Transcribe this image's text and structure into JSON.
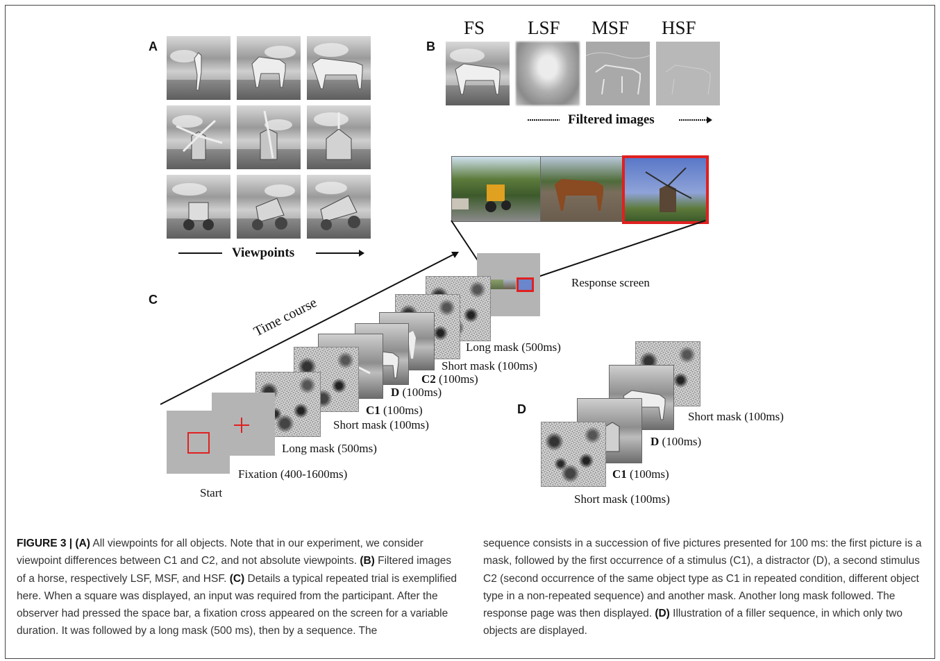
{
  "panel_a": {
    "letter": "A",
    "arrow_label": "Viewpoints"
  },
  "panel_b": {
    "letter": "B",
    "column_labels": [
      "FS",
      "LSF",
      "MSF",
      "HSF"
    ],
    "arrow_label": "Filtered images"
  },
  "panel_c": {
    "letter": "C",
    "time_label": "Time course",
    "start_label": "Start",
    "fixation_label": "Fixation (400-1600ms)",
    "long_mask_1": "Long mask (500ms)",
    "short_mask_1": "Short mask (100ms)",
    "c1_bold": "C1",
    "c1_rest": " (100ms)",
    "d_bold": "D",
    "d_rest": " (100ms)",
    "c2_bold": "C2",
    "c2_rest": " (100ms)",
    "short_mask_2": "Short mask (100ms)",
    "long_mask_2": "Long mask (500ms)",
    "response_label": "Response screen"
  },
  "panel_d": {
    "letter": "D",
    "short_mask_top": "Short mask (100ms)",
    "d_bold": "D",
    "d_rest": " (100ms)",
    "c1_bold": "C1",
    "c1_rest": " (100ms)",
    "short_mask_bottom": "Short mask (100ms)"
  },
  "colors": {
    "accent_red": "#e02020",
    "gray_card": "#b4b4b4"
  },
  "caption": {
    "label": "FIGURE 3 | (A)",
    "left": [
      {
        "t": " All viewpoints for all objects. Note that in our experiment, we consider viewpoint differences between C1 and C2, and not absolute viewpoints. "
      },
      {
        "b": "(B)"
      },
      {
        "t": " Filtered images of a horse, respectively LSF, MSF, and HSF. "
      },
      {
        "b": "(C)"
      },
      {
        "t": " Details a typical repeated trial is exemplified here. When a square was displayed, an input was required from the participant. After the observer had pressed the space bar, a fixation cross appeared on the screen for a variable duration. It was followed by a long mask (500 ms), then by a sequence. The"
      }
    ],
    "right": [
      {
        "t": "sequence consists in a succession of five pictures presented for 100 ms: the first picture is a mask, followed by the first occurrence of a stimulus (C1), a distractor (D), a second stimulus C2 (second occurrence of the same object type as C1 in repeated condition, different object type in a non-repeated sequence) and another mask. Another long mask followed. The response page was then displayed. "
      },
      {
        "b": "(D)"
      },
      {
        "t": " Illustration of a filler sequence, in which only two objects are displayed."
      }
    ]
  }
}
